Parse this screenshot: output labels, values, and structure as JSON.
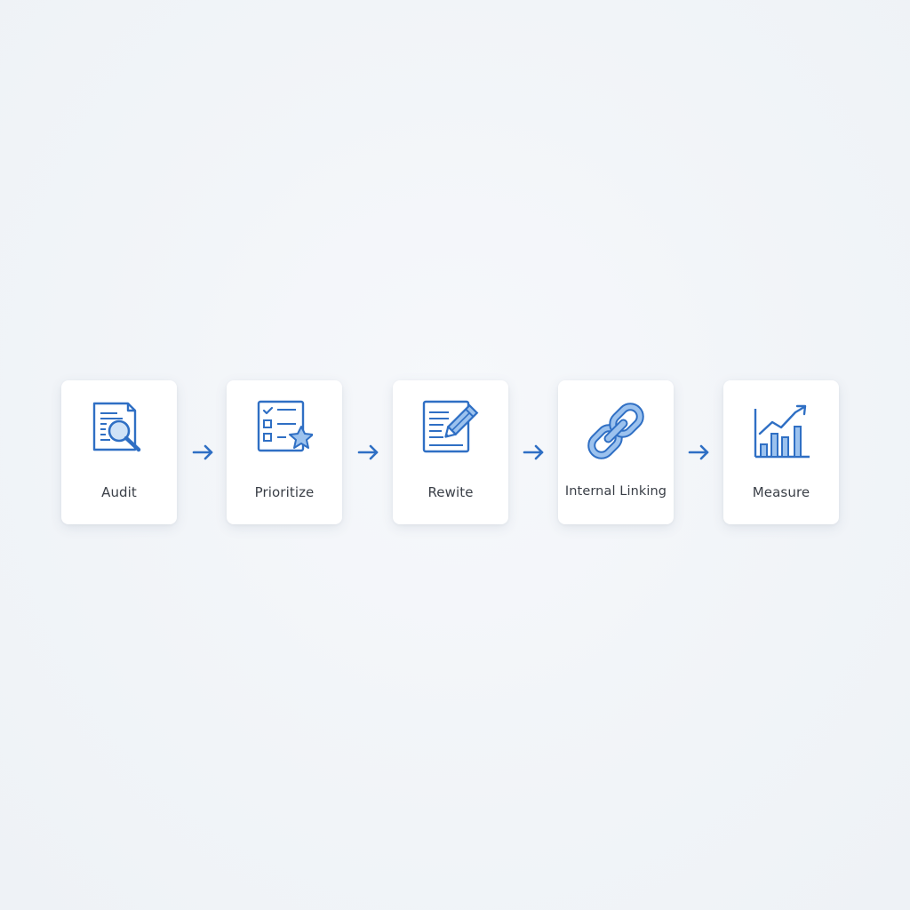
{
  "colors": {
    "accent": "#2f6fc4",
    "accent_light": "#9cc2ee",
    "card_bg": "#ffffff",
    "background": "#f1f4f8",
    "label_text": "#3a3f47"
  },
  "steps": [
    {
      "label": "Audit",
      "icon": "document-magnifier-icon"
    },
    {
      "label": "Prioritize",
      "icon": "checklist-star-icon"
    },
    {
      "label": "Rewite",
      "icon": "document-pencil-icon"
    },
    {
      "label": "Internal Linking",
      "icon": "chain-link-icon"
    },
    {
      "label": "Measure",
      "icon": "growth-chart-icon"
    }
  ],
  "connectors": [
    {
      "icon": "arrow-right-icon"
    },
    {
      "icon": "arrow-right-icon"
    },
    {
      "icon": "arrow-right-icon"
    },
    {
      "icon": "arrow-right-icon"
    }
  ]
}
